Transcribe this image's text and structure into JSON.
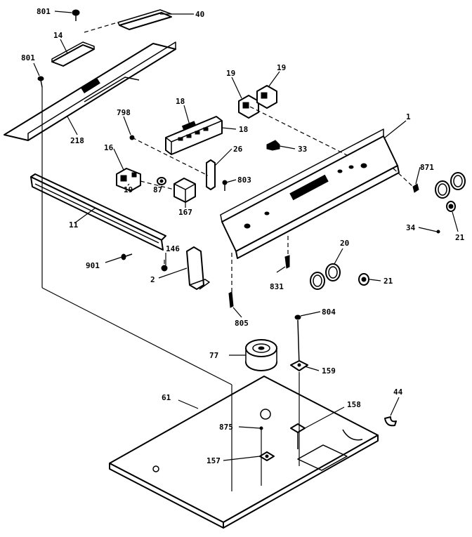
{
  "callouts": {
    "c801_top": "801",
    "c40": "40",
    "c14": "14",
    "c801_left": "801",
    "c218": "218",
    "c19_a": "19",
    "c19_b": "19",
    "c18_a": "18",
    "c18_b": "18",
    "c798": "798",
    "c1": "1",
    "c33": "33",
    "c26": "26",
    "c16": "16",
    "c19_c": "19",
    "c87": "87",
    "c167": "167",
    "c803": "803",
    "c871": "871",
    "c34": "34",
    "c21_a": "21",
    "c11": "11",
    "c901": "901",
    "c146": "146",
    "c2": "2",
    "c831": "831",
    "c20": "20",
    "c21_b": "21",
    "c805": "805",
    "c804": "804",
    "c77": "77",
    "c159": "159",
    "c61": "61",
    "c158": "158",
    "c44": "44",
    "c875": "875",
    "c157": "157"
  }
}
